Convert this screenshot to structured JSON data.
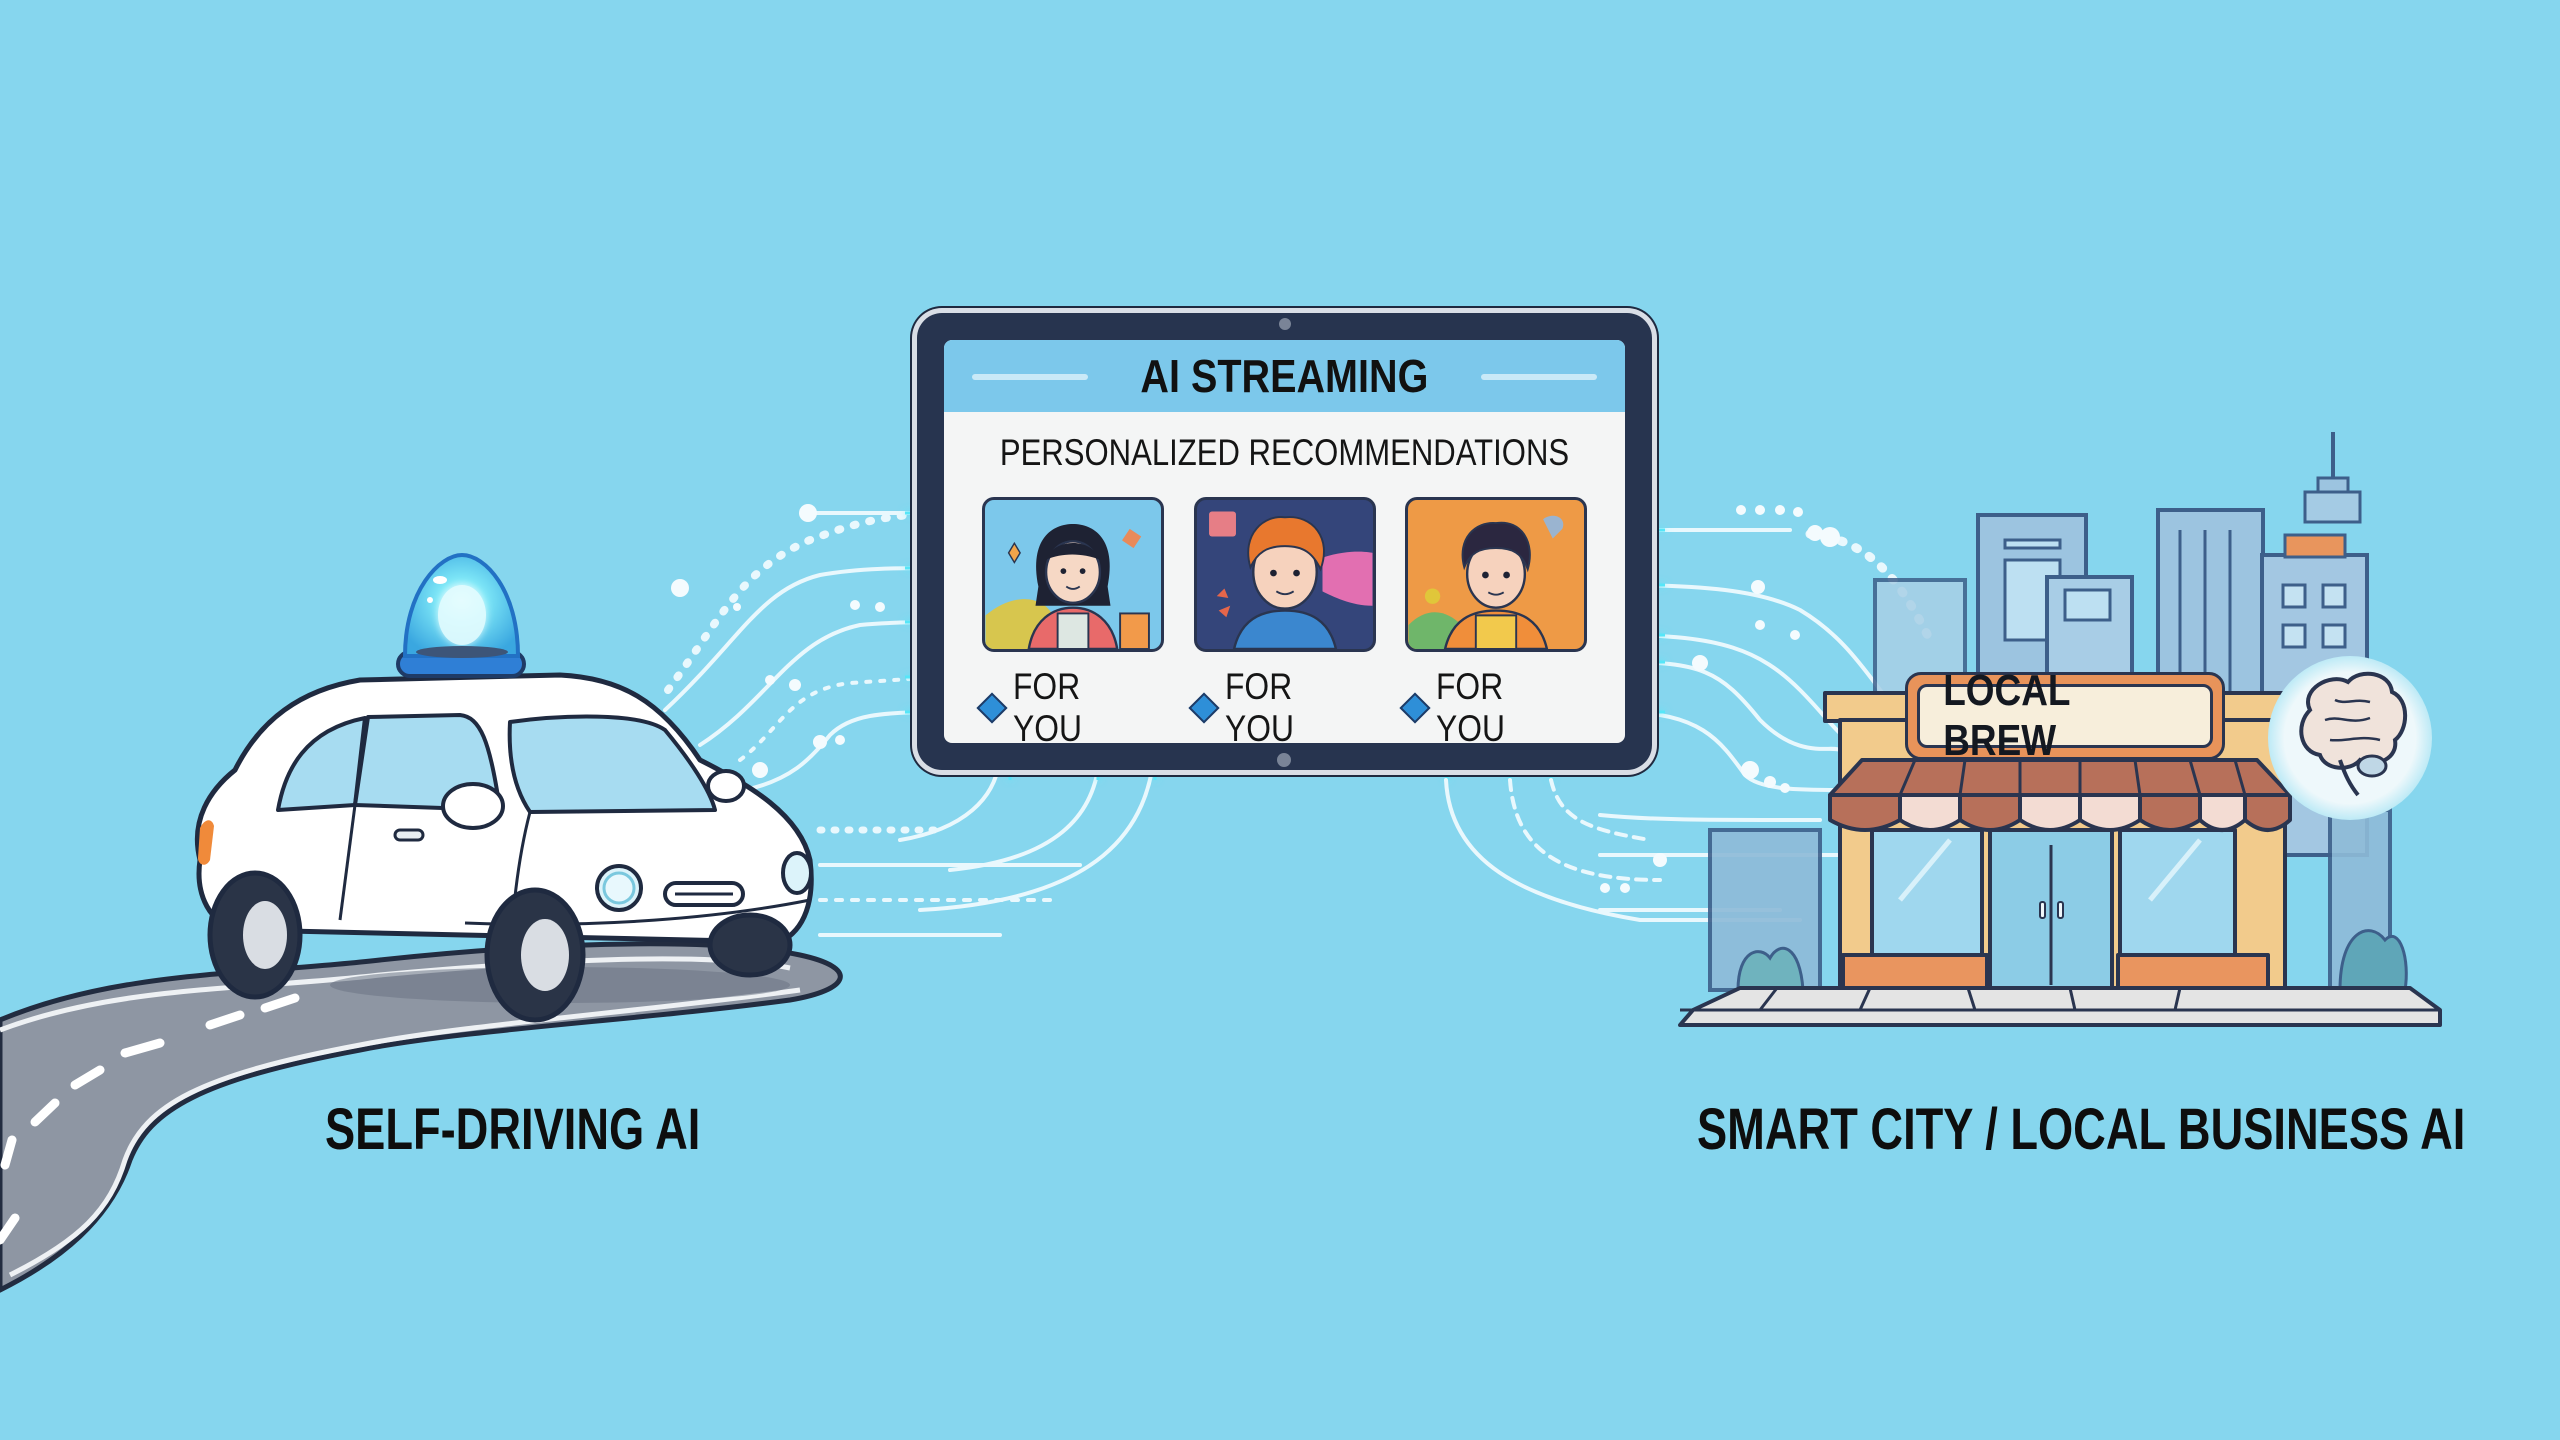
{
  "colors": {
    "background": "#86D6EE",
    "tablet_frame": "#27344F",
    "screen_header": "#7CC8EB",
    "screen_body": "#F4F5F5",
    "accent_diamond": "#2E8FD8",
    "data_line": "#E9F8FD",
    "data_glow": "#4FE3F7",
    "sign_border": "#E8935A",
    "sign_fill": "#F7EEDB",
    "awning_dark": "#B7705A",
    "awning_light": "#F3DCD3",
    "store_wall": "#F2CB8C",
    "store_base": "#E9955F"
  },
  "tablet": {
    "title": "AI STREAMING",
    "subtitle": "PERSONALIZED RECOMMENDATIONS",
    "cards": [
      {
        "label": "FOR YOU",
        "icon": "diamond-icon",
        "thumbnail": "woman-with-dark-hair",
        "bg": "#7CC8EB"
      },
      {
        "label": "FOR YOU",
        "icon": "diamond-icon",
        "thumbnail": "boy-with-curly-orange-hair",
        "bg": "#34457A"
      },
      {
        "label": "FOR YOU",
        "icon": "diamond-icon",
        "thumbnail": "boy-with-curly-dark-hair",
        "bg": "#EE9A46"
      }
    ]
  },
  "left_section": {
    "label": "SELF-DRIVING AI",
    "icons": [
      "car-icon",
      "sensor-dome-icon",
      "road-icon"
    ]
  },
  "right_section": {
    "label": "SMART CITY / LOCAL BUSINESS AI",
    "sign": "LOCAL BREW",
    "icons": [
      "storefront-icon",
      "city-skyline-icon",
      "brain-icon"
    ]
  }
}
